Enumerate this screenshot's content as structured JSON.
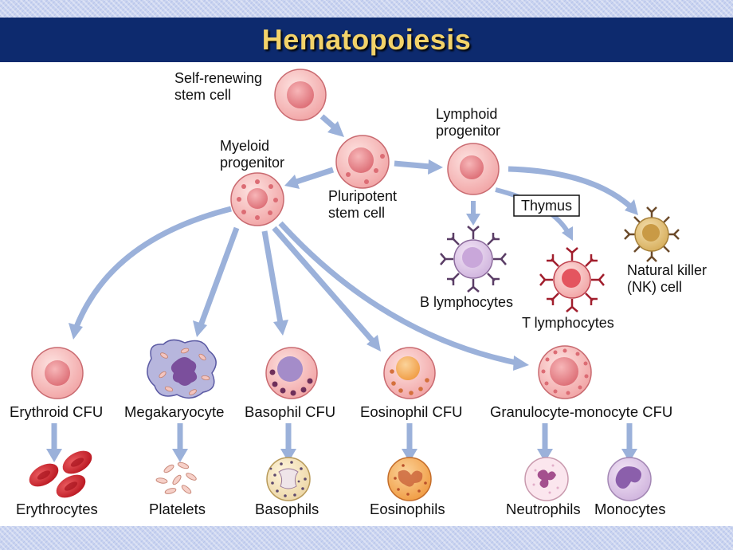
{
  "title": "Hematopoiesis",
  "colors": {
    "header_bg": "#0d2a6e",
    "title_text": "#f3d36a",
    "arrow": "#9bb1da",
    "cell_pink": "#f1a7a7",
    "nucleus_pink": "#e0787e"
  },
  "labels": {
    "self_renewing": [
      "Self-renewing",
      "stem cell"
    ],
    "pluripotent": [
      "Pluripotent",
      "stem cell"
    ],
    "lymphoid": [
      "Lymphoid",
      "progenitor"
    ],
    "myeloid": [
      "Myeloid",
      "progenitor"
    ],
    "thymus": "Thymus",
    "nk": [
      "Natural killer",
      "(NK) cell"
    ],
    "b_lymph": "B lymphocytes",
    "t_lymph": "T lymphocytes",
    "erythroid_cfu": "Erythroid CFU",
    "megakaryocyte": "Megakaryocyte",
    "basophil_cfu": "Basophil CFU",
    "eosinophil_cfu": "Eosinophil CFU",
    "gm_cfu": "Granulocyte-monocyte CFU",
    "erythrocytes": "Erythrocytes",
    "platelets": "Platelets",
    "basophils": "Basophils",
    "eosinophils": "Eosinophils",
    "neutrophils": "Neutrophils",
    "monocytes": "Monocytes"
  }
}
